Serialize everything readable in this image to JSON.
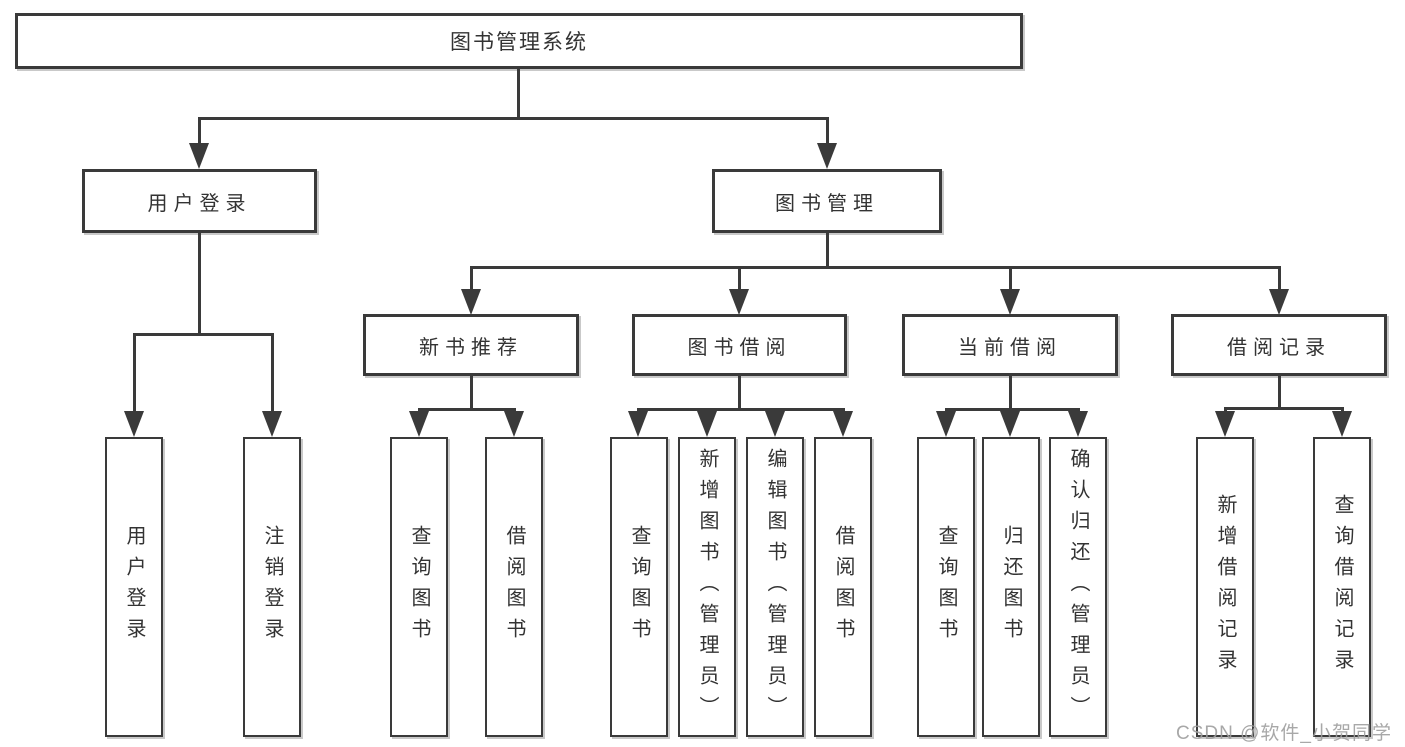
{
  "diagram": {
    "root": {
      "label": "图书管理系统"
    },
    "level1": [
      {
        "label": "用户登录"
      },
      {
        "label": "图书管理"
      }
    ],
    "level2": [
      {
        "label": "新书推荐",
        "parent": "图书管理"
      },
      {
        "label": "图书借阅",
        "parent": "图书管理"
      },
      {
        "label": "当前借阅",
        "parent": "图书管理"
      },
      {
        "label": "借阅记录",
        "parent": "图书管理"
      }
    ],
    "leaves": [
      {
        "label": "用户登录",
        "parent": "用户登录"
      },
      {
        "label": "注销登录",
        "parent": "用户登录"
      },
      {
        "label": "查询图书",
        "parent": "新书推荐"
      },
      {
        "label": "借阅图书",
        "parent": "新书推荐"
      },
      {
        "label": "查询图书",
        "parent": "图书借阅"
      },
      {
        "label": "新增图书（管理员）",
        "parent": "图书借阅"
      },
      {
        "label": "编辑图书（管理员）",
        "parent": "图书借阅"
      },
      {
        "label": "借阅图书",
        "parent": "图书借阅"
      },
      {
        "label": "查询图书",
        "parent": "当前借阅"
      },
      {
        "label": "归还图书",
        "parent": "当前借阅"
      },
      {
        "label": "确认归还（管理员）",
        "parent": "当前借阅"
      },
      {
        "label": "新增借阅记录",
        "parent": "借阅记录"
      },
      {
        "label": "查询借阅记录",
        "parent": "借阅记录"
      }
    ]
  },
  "watermark": {
    "text": "CSDN @软件_小贺同学"
  },
  "colors": {
    "line": "#3a3a3a",
    "text": "#333333",
    "box_shadow": "#c9c9c9",
    "watermark": "#9e9e9e",
    "background": "#ffffff"
  }
}
